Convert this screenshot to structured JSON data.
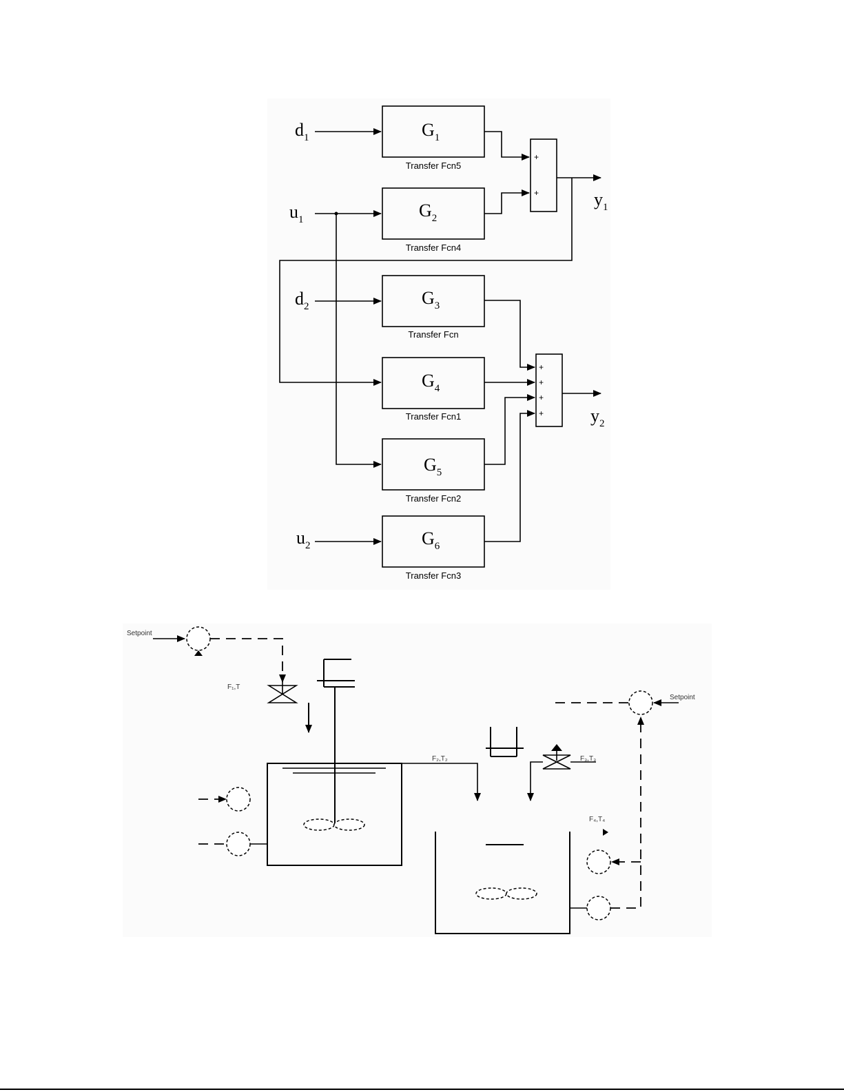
{
  "block_diagram": {
    "inputs": [
      {
        "name": "d",
        "sub": "1"
      },
      {
        "name": "u",
        "sub": "1"
      },
      {
        "name": "d",
        "sub": "2"
      },
      {
        "name": "u",
        "sub": "2"
      }
    ],
    "outputs": [
      {
        "name": "y",
        "sub": "1"
      },
      {
        "name": "y",
        "sub": "2"
      }
    ],
    "blocks": [
      {
        "gain": "G",
        "sub": "1",
        "label": "Transfer Fcn5"
      },
      {
        "gain": "G",
        "sub": "2",
        "label": "Transfer Fcn4"
      },
      {
        "gain": "G",
        "sub": "3",
        "label": "Transfer Fcn"
      },
      {
        "gain": "G",
        "sub": "4",
        "label": "Transfer Fcn1"
      },
      {
        "gain": "G",
        "sub": "5",
        "label": "Transfer Fcn2"
      },
      {
        "gain": "G",
        "sub": "6",
        "label": "Transfer Fcn3"
      }
    ],
    "sum_signs": "+"
  },
  "process_diagram": {
    "labels": {
      "setpoint_left": "Setpoint",
      "setpoint_right": "Setpoint",
      "valve_left": "F₁,T",
      "valve_right": "F₃,T₃",
      "pipe": "F₂,T₂",
      "outflow": "F₄,T₄"
    }
  }
}
